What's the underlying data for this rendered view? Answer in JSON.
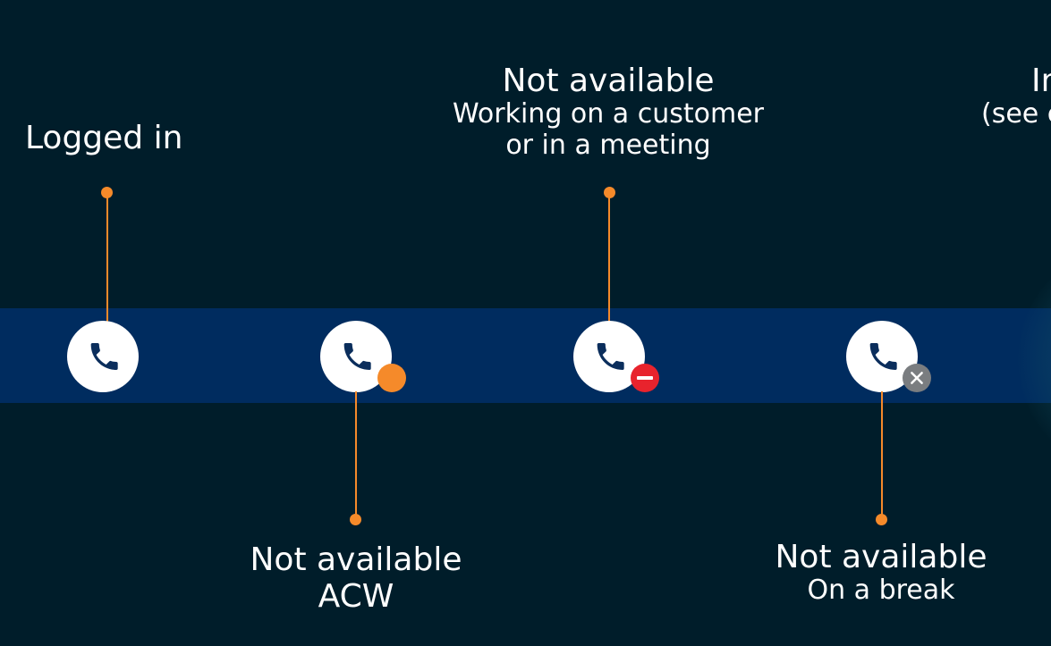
{
  "colors": {
    "background": "#001d2a",
    "band": "#002c5f",
    "connector": "#f58a2a",
    "phone_icon": "#0b2e5c",
    "badge_acw": "#f58a2a",
    "badge_meeting": "#e8232d",
    "badge_break": "#7a7d80"
  },
  "states": [
    {
      "title": "Logged in",
      "subtitle": "",
      "subtitle2": "",
      "icon": "phone-icon",
      "badge": "none"
    },
    {
      "title": "Not available",
      "subtitle": "ACW",
      "subtitle2": "",
      "icon": "phone-icon",
      "badge": "orange-dot-icon"
    },
    {
      "title": "Not available",
      "subtitle": "Working on a customer",
      "subtitle2": "or in a meeting",
      "icon": "phone-icon",
      "badge": "do-not-disturb-icon"
    },
    {
      "title": "Not available",
      "subtitle": "On a break",
      "subtitle2": "",
      "icon": "phone-icon",
      "badge": "close-icon"
    },
    {
      "title": "In",
      "subtitle": "(see c",
      "subtitle2": "",
      "icon": "phone-icon",
      "badge": "none"
    }
  ]
}
